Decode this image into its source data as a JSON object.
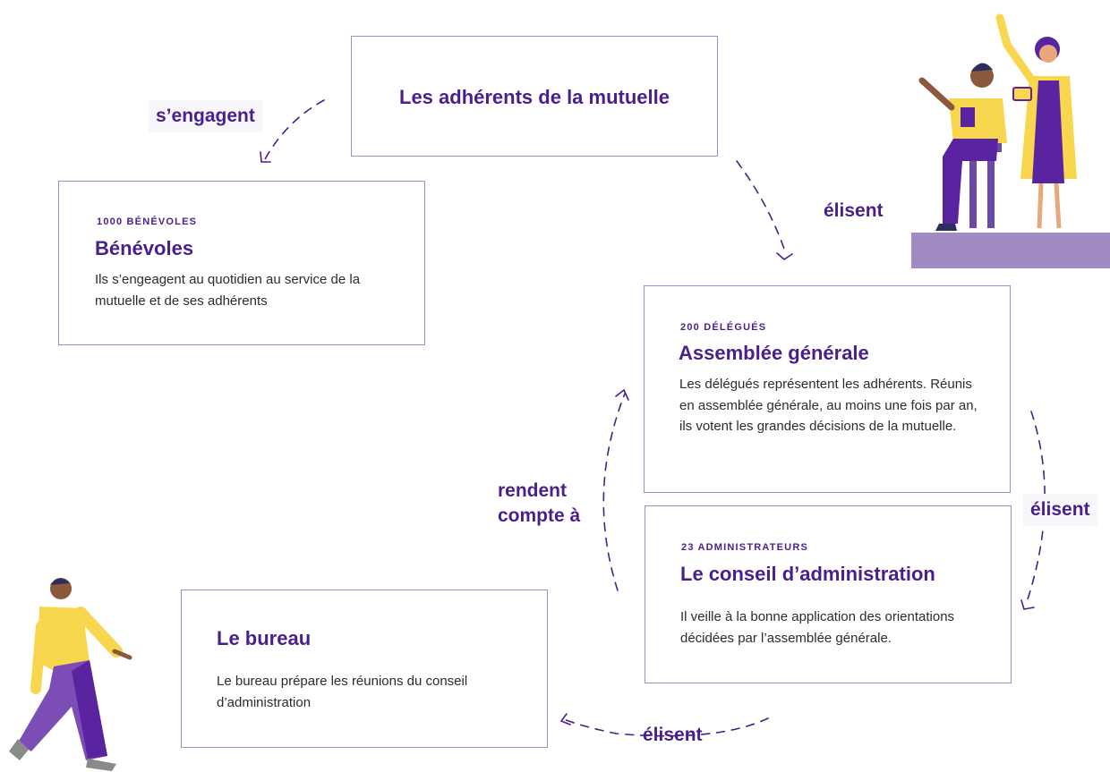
{
  "nodes": {
    "adherents": {
      "title": "Les adhérents de la mutuelle"
    },
    "benevoles": {
      "kicker": "1000 BÉNÉVOLES",
      "title": "Bénévoles",
      "desc": "Ils s’engeagent au quotidien au service de la mutuelle et de ses adhérents"
    },
    "assemblee": {
      "kicker": "200 DÉLÉGUÉS",
      "title": "Assemblée générale",
      "desc": "Les délégués représentent les adhérents. Réunis en assemblée générale, au moins une fois par an, ils votent les grandes décisions de la mutuelle."
    },
    "conseil": {
      "kicker": "23 ADMINISTRATEURS",
      "title": "Le conseil d’administration",
      "desc": "Il veille à la bonne application des orientations décidées par l’assemblée générale."
    },
    "bureau": {
      "title": "Le bureau",
      "desc": "Le bureau prépare les réunions du conseil d’administration"
    }
  },
  "edges": {
    "adherents_to_benevoles": "s’engagent",
    "adherents_to_assemblee": "élisent",
    "assemblee_to_conseil": "élisent",
    "conseil_to_bureau": "élisent",
    "conseil_to_assemblee": "rendent compte à"
  },
  "colors": {
    "accent": "#4a1f8c",
    "border": "#9b8fc7",
    "platform": "#a08cc3",
    "yellow": "#f8d64e"
  },
  "icons": [
    "people-discussing-illustration",
    "walking-man-illustration"
  ]
}
